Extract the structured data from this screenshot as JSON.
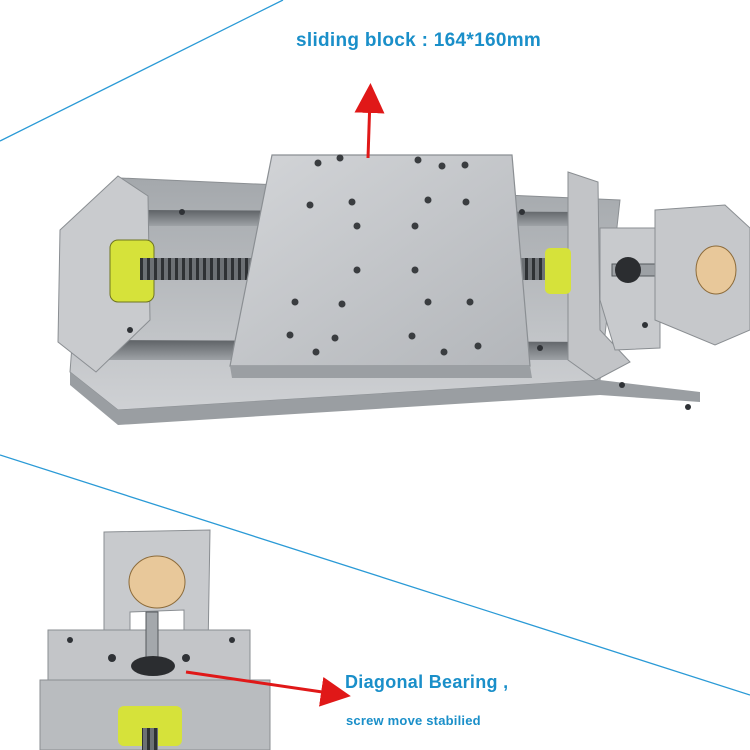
{
  "captions": {
    "sliding_block": "sliding block  : 164*160mm",
    "diagonal_bearing": "Diagonal Bearing ,",
    "screw_note": "screw move stabilied"
  },
  "colors": {
    "caption_text": "#1a8fc9",
    "divider_line": "#2a9ad6",
    "arrow": "#e01818",
    "aluminum": "#c7c9cc",
    "aluminum_dark": "#8e9296",
    "yellow_part": "#d6e23a",
    "wood": "#e8c89a"
  },
  "icons": {
    "arrow": "red-arrow-icon"
  }
}
